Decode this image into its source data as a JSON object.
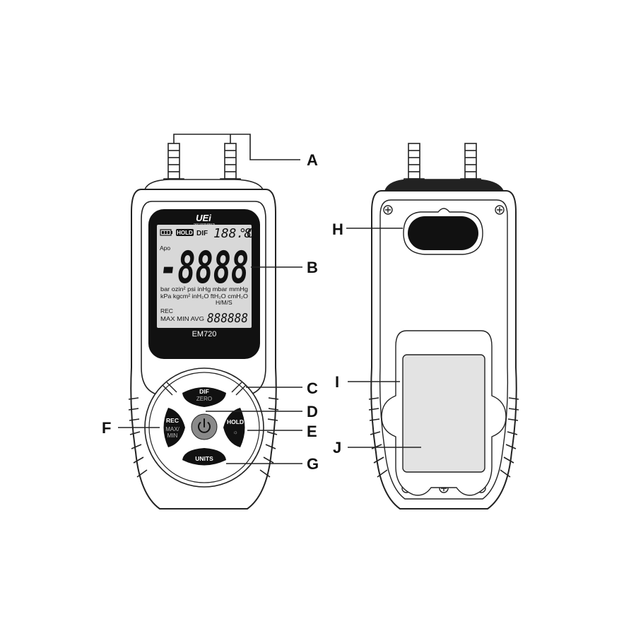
{
  "front": {
    "logo": "UEi",
    "logo_sub": "TEST INSTRUMENTS",
    "lcd": {
      "hold": "HOLD",
      "dif": "DIF",
      "temp": "188.8",
      "temp_unit": "°C",
      "apo": "Apo",
      "main_value": "-8888",
      "units_row1": "bar  ozin²  psi  inHg  mbar  mmHg",
      "units_row2": "kPa  kgcm²  inH₂O  ftH₂O  cmH₂O",
      "hms": "H/M/S",
      "rec": "REC",
      "max_min_avg": "MAX MIN AVG",
      "counter": "888888"
    },
    "model": "EM720",
    "buttons": {
      "dif": "DIF",
      "zero": "ZERO",
      "rec": "REC",
      "max": "MAX/",
      "min": "MIN",
      "hold": "HOLD",
      "light": "☼",
      "units": "UNITS"
    }
  },
  "callouts": {
    "A": "A",
    "B": "B",
    "C": "C",
    "D": "D",
    "E": "E",
    "F": "F",
    "G": "G",
    "H": "H",
    "I": "I",
    "J": "J"
  }
}
